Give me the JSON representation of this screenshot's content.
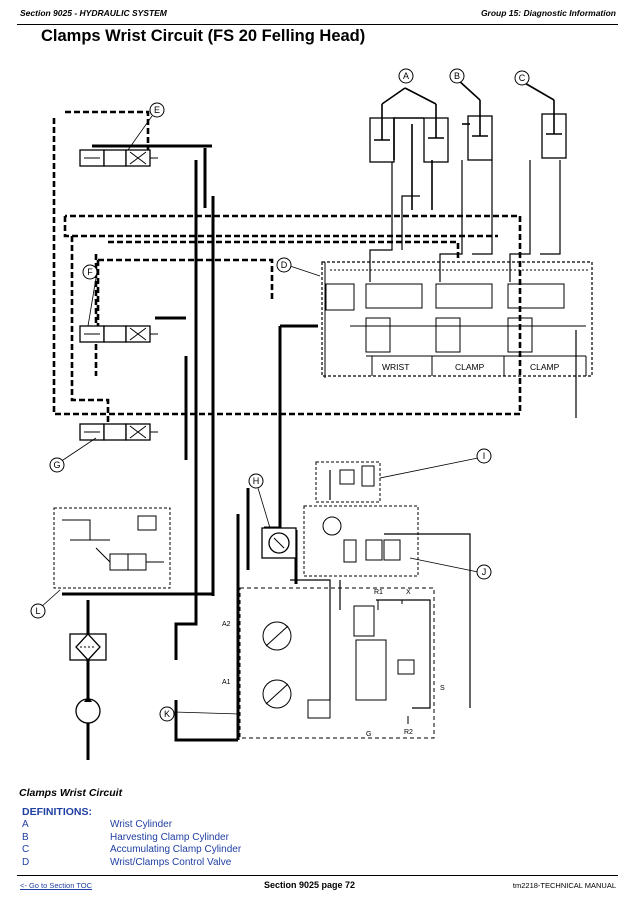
{
  "header": {
    "left": "Section 9025 - HYDRAULIC SYSTEM",
    "right": "Group 15: Diagnostic Information"
  },
  "title": "Clamps Wrist Circuit (FS 20 Felling Head)",
  "diagram": {
    "callouts": [
      "A",
      "B",
      "C",
      "D",
      "E",
      "F",
      "G",
      "H",
      "I",
      "J",
      "K",
      "L"
    ],
    "valve_labels": [
      "WRIST",
      "CLAMP",
      "CLAMP"
    ],
    "port_labels": {
      "a2": "A2",
      "a1": "A1",
      "r1": "R1",
      "r2": "R2",
      "s": "S",
      "g": "G",
      "x": "X"
    }
  },
  "caption": "Clamps Wrist Circuit",
  "definitions": {
    "heading": "DEFINITIONS:",
    "items": [
      {
        "key": "A",
        "value": "Wrist Cylinder"
      },
      {
        "key": "B",
        "value": "Harvesting Clamp Cylinder"
      },
      {
        "key": "C",
        "value": "Accumulating Clamp Cylinder"
      },
      {
        "key": "D",
        "value": "Wrist/Clamps Control Valve"
      }
    ]
  },
  "footer": {
    "toc_link": "<- Go to Section TOC",
    "page": "Section 9025 page 72",
    "manual": "tm2218-TECHNICAL MANUAL"
  }
}
